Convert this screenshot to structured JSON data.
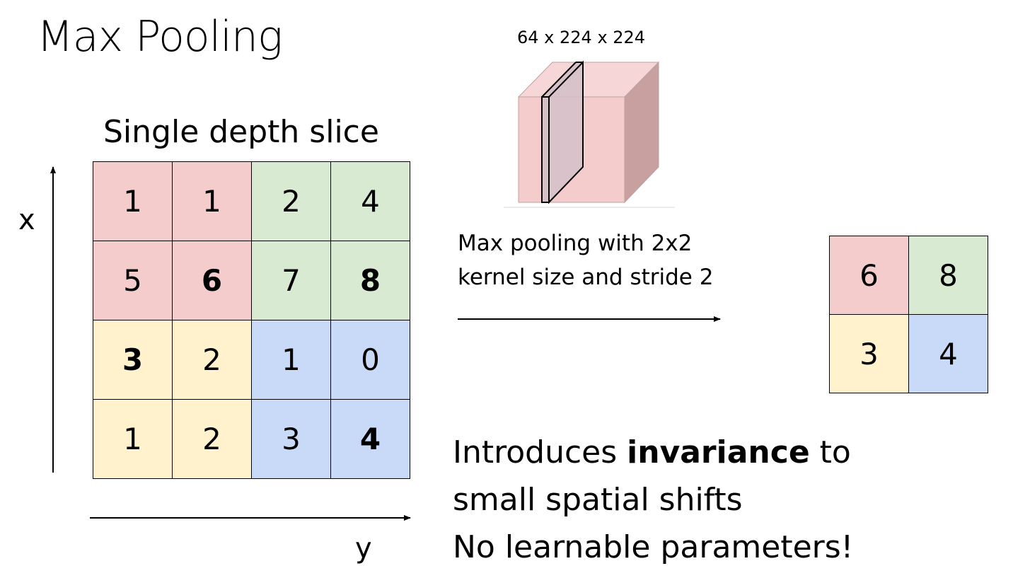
{
  "title": "Max Pooling",
  "grid_caption": "Single depth slice",
  "axis": {
    "x_label": "x",
    "y_label": "y"
  },
  "input_grid": {
    "rows": [
      [
        "1",
        "1",
        "2",
        "4"
      ],
      [
        "5",
        "6",
        "7",
        "8"
      ],
      [
        "3",
        "2",
        "1",
        "0"
      ],
      [
        "1",
        "2",
        "3",
        "4"
      ]
    ],
    "bold_cells": [
      [
        1,
        1
      ],
      [
        1,
        3
      ],
      [
        2,
        0
      ],
      [
        3,
        3
      ]
    ]
  },
  "volume_label": "64 x 224 x 224",
  "arrow_caption": {
    "line1": "Max pooling with 2x2",
    "line2": "kernel size and stride 2"
  },
  "output_grid": {
    "rows": [
      [
        "6",
        "8"
      ],
      [
        "3",
        "4"
      ]
    ]
  },
  "notes": {
    "line1_before": "Introduces ",
    "line1_bold": "invariance",
    "line1_after": " to",
    "line2": "small spatial shifts",
    "line3": "No learnable parameters!"
  },
  "colors": {
    "red_quadrant": "#f4cccc",
    "green_quadrant": "#d9ead3",
    "yellow_quadrant": "#fff2cc",
    "blue_quadrant": "#c9daf8",
    "cube_front": "#f4cccc",
    "cube_top": "#f6d6d6",
    "cube_side": "#c9a0a0",
    "cube_slice": "#d3bfc8"
  }
}
